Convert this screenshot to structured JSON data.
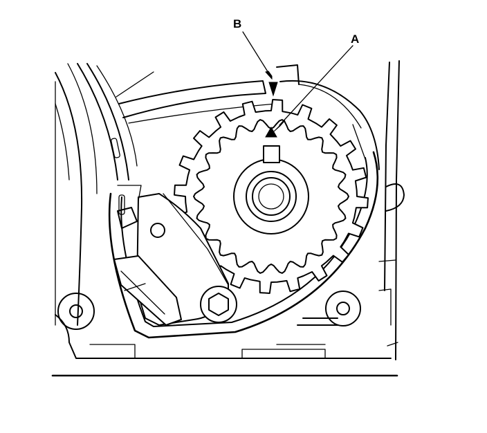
{
  "figure": {
    "callouts": [
      {
        "id": "A",
        "label": "A"
      },
      {
        "id": "B",
        "label": "B"
      }
    ],
    "colors": {
      "line": "#000000",
      "background": "#ffffff"
    }
  }
}
